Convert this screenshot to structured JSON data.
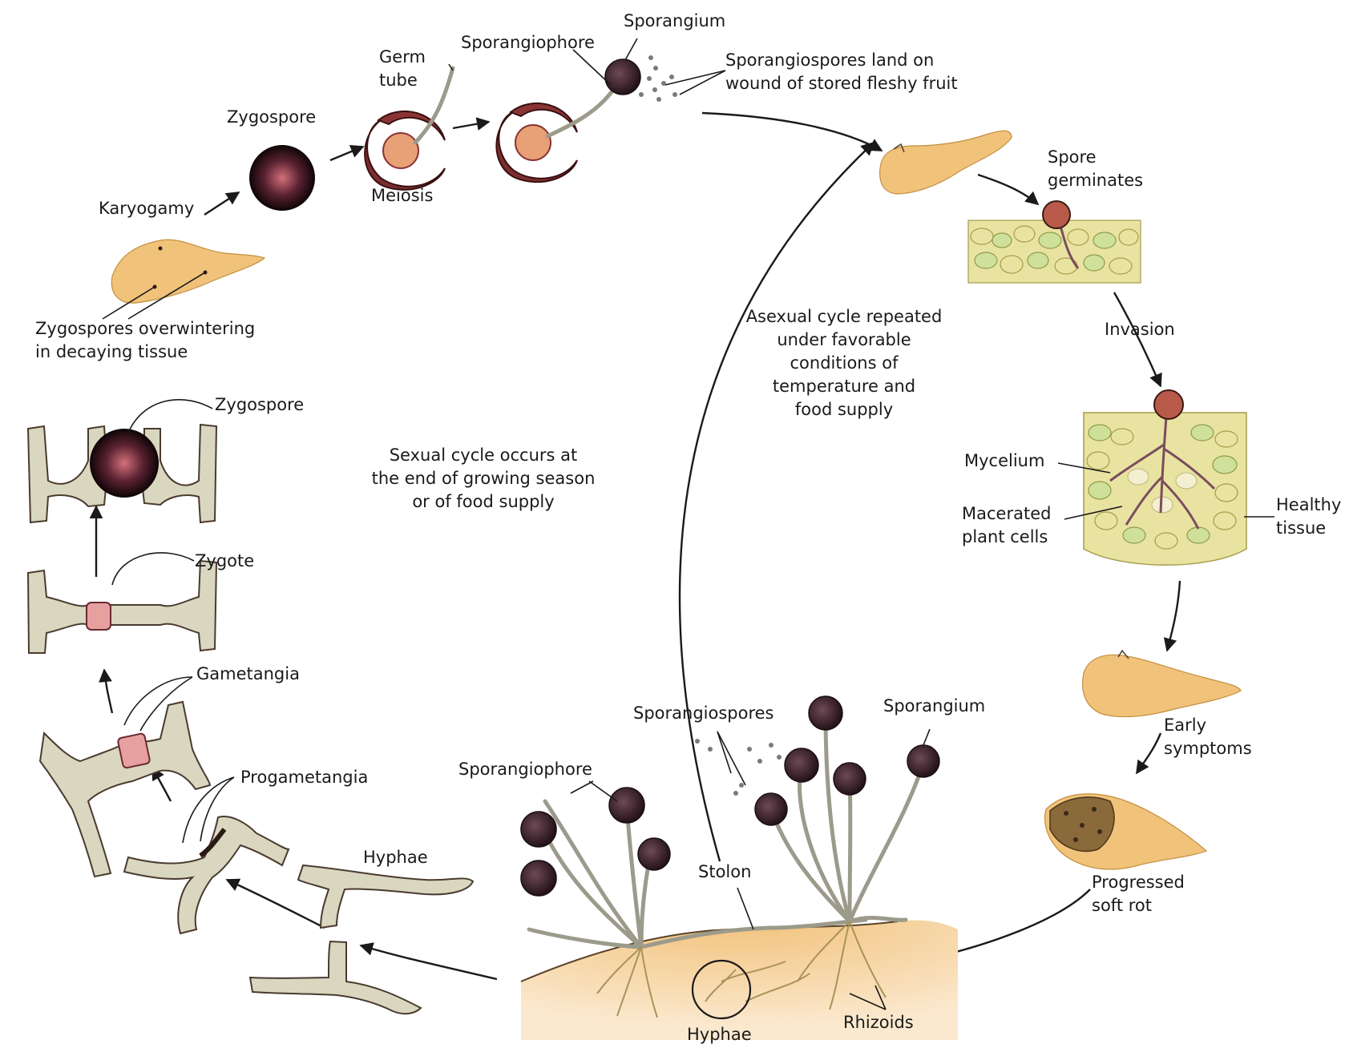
{
  "labels": {
    "sporangium_top": "Sporangium",
    "sporangiophore_top": "Sporangiophore",
    "germ_tube": "Germ\ntube",
    "sporangiospores_land": "Sporangiospores land on\nwound of stored fleshy fruit",
    "zygospore_top": "Zygospore",
    "meiosis": "Meiosis",
    "karyogamy": "Karyogamy",
    "zygospores_overwintering": "Zygospores overwintering\nin decaying tissue",
    "spore_germinates": "Spore\ngerminates",
    "invasion": "Invasion",
    "asexual_cycle": "Asexual cycle repeated\nunder favorable\nconditions of\ntemperature and\nfood supply",
    "zygospore_left": "Zygospore",
    "sexual_cycle": "Sexual cycle occurs at\nthe end of growing season\nor of food supply",
    "mycelium": "Mycelium",
    "macerated": "Macerated\nplant cells",
    "healthy_tissue": "Healthy\ntissue",
    "zygote": "Zygote",
    "gametangia": "Gametangia",
    "early_symptoms": "Early\nsymptoms",
    "sporangiospores_bottom": "Sporangiospores",
    "sporangium_bottom": "Sporangium",
    "sporangiophore_bottom": "Sporangiophore",
    "progametangia": "Progametangia",
    "hyphae_left": "Hyphae",
    "stolon": "Stolon",
    "progressed_soft_rot": "Progressed\nsoft rot",
    "hyphae_bottom": "Hyphae",
    "rhizoids": "Rhizoids"
  },
  "colors": {
    "fruit": "#f0c27a",
    "hypha": "#d9d7bf",
    "sporangium": "#3a2630",
    "zygote": "#e6a0a0",
    "text": "#1a1a1a"
  }
}
